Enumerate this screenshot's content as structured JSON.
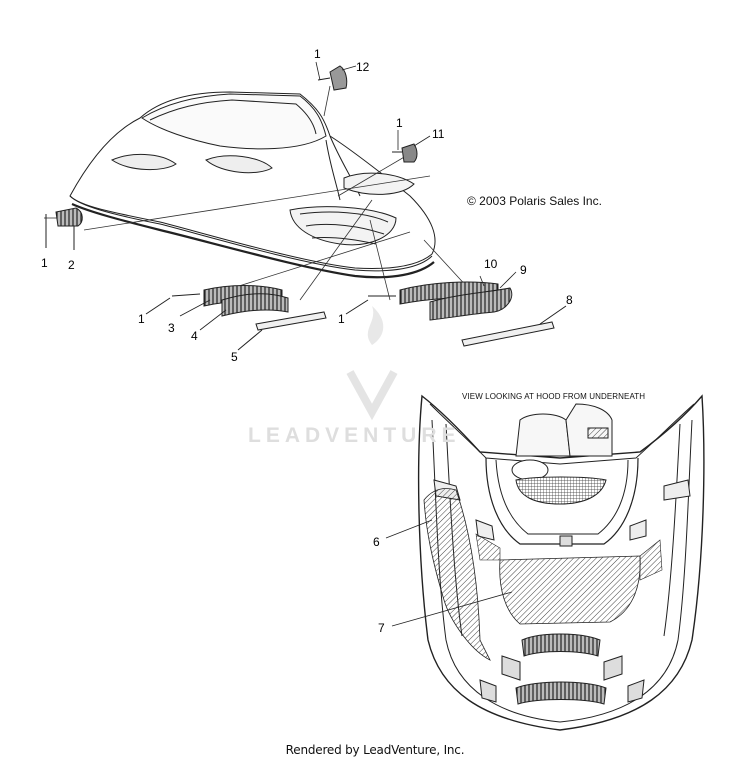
{
  "copyright": "© 2003 Polaris Sales Inc.",
  "view_caption": "VIEW LOOKING AT HOOD FROM UNDERNEATH",
  "footer": "Rendered by LeadVenture, Inc.",
  "watermark": "LEADVENTURE",
  "callouts": {
    "c1a": "1",
    "c12": "12",
    "c1b": "1",
    "c11": "11",
    "c1c": "1",
    "c2": "2",
    "c1d": "1",
    "c3": "3",
    "c4": "4",
    "c5": "5",
    "c1e": "1",
    "c10": "10",
    "c9": "9",
    "c8": "8",
    "c6": "6",
    "c7": "7"
  },
  "colors": {
    "line": "#222222",
    "hatch": "#555555",
    "watermark": "#e2e2e2"
  }
}
